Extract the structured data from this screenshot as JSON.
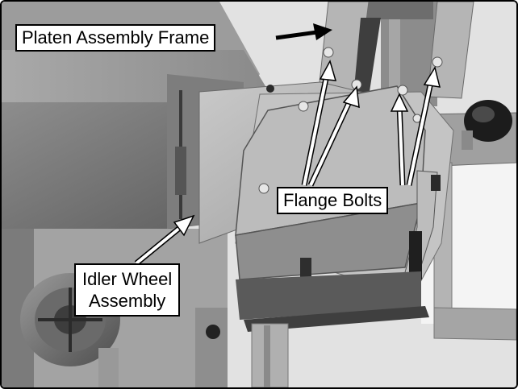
{
  "callouts": {
    "platen_frame": "Platen Assembly Frame",
    "flange_bolts": "Flange Bolts",
    "idler_wheel_line1": "Idler Wheel",
    "idler_wheel_line2": "Assembly"
  },
  "colors": {
    "label_background": "#ffffff",
    "label_border": "#000000",
    "arrow_white": "#ffffff",
    "arrow_black": "#000000"
  }
}
